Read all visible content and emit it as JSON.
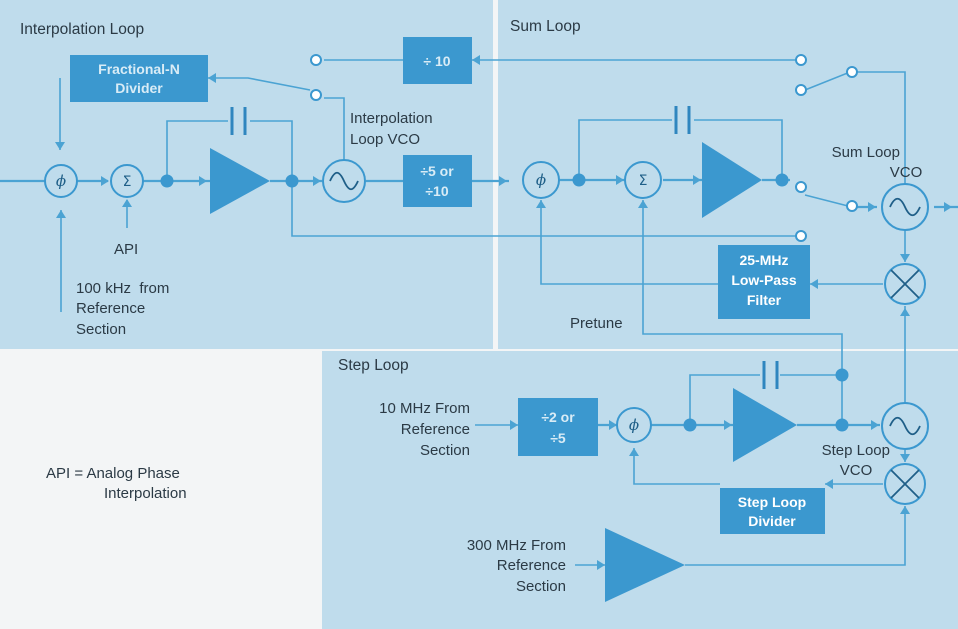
{
  "panels": {
    "interpolation_title": "Interpolation Loop",
    "sum_title": "Sum Loop",
    "step_title": "Step Loop"
  },
  "blocks": {
    "fractional_n_line1": "Fractional-N",
    "fractional_n_line2": "Divider",
    "div10": "÷ 10",
    "div5or10_line1": "÷5 or",
    "div5or10_line2": "÷10",
    "lowpass_line1": "25-MHz",
    "lowpass_line2": "Low-Pass",
    "lowpass_line3": "Filter",
    "div2or5_line1": "÷2 or",
    "div2or5_line2": "÷5",
    "step_divider_line1": "Step Loop",
    "step_divider_line2": "Divider"
  },
  "labels": {
    "interp_vco_line1": "Interpolation",
    "interp_vco_line2": "Loop VCO",
    "sum_vco_line1": "Sum Loop",
    "sum_vco_line2": "VCO",
    "step_vco_line1": "Step Loop",
    "step_vco_line2": "VCO",
    "api": "API",
    "ref100_line1": "100 kHz  from",
    "ref100_line2": "Reference",
    "ref100_line3": "Section",
    "pretune": "Pretune",
    "ref10_line1": "10 MHz From",
    "ref10_line2": "Reference",
    "ref10_line3": "Section",
    "ref300_line1": "300 MHz From",
    "ref300_line2": "Reference",
    "ref300_line3": "Section",
    "legend_line1": "API = Analog Phase",
    "legend_line2": "Interpolation"
  },
  "symbols": {
    "phase": "ϕ",
    "sum": "Σ"
  },
  "colors": {
    "panel": "#bfdcec",
    "line": "#4ba3d3",
    "block": "#3b98cf",
    "text": "#2b3a45",
    "background": "#f3f5f6"
  }
}
